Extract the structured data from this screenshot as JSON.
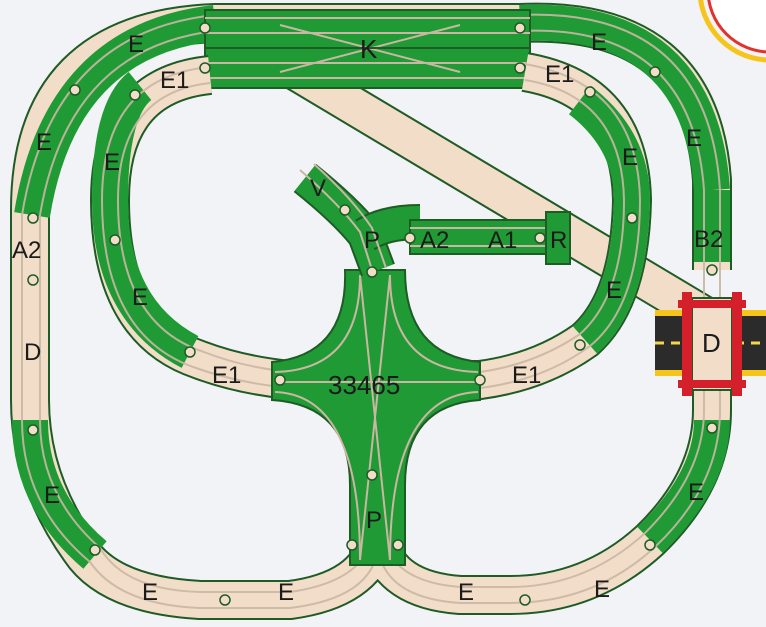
{
  "colors": {
    "background": "#f1f3f6",
    "track_green": "#1f9a34",
    "track_wood": "#f2ddc9",
    "track_outline": "#1e5b25",
    "groove": "#c9b7a4",
    "bridge_red": "#d4202b",
    "road_dark": "#2b2b2b",
    "road_line": "#f3d64a",
    "corner_yellow": "#f6c51d",
    "corner_red": "#e1322c"
  },
  "pieces": {
    "k": "K",
    "e1_top_left": "E1",
    "e1_top_right": "E1",
    "a2_left": "A2",
    "d_left": "D",
    "v": "V",
    "p_top": "P",
    "a2_spur": "A2",
    "a1_spur": "A1",
    "r_spur": "R",
    "e1_mid_left": "E1",
    "e1_mid_right": "E1",
    "cross_center": "33465",
    "p_bottom": "P",
    "b2_right": "B2",
    "d_bridge": "D",
    "e_outer_tl": "E",
    "e_outer_left_1": "E",
    "e_inner_left_1": "E",
    "e_inner_left_2": "E",
    "e_outer_left_2": "E",
    "e_bottom_1": "E",
    "e_bottom_2": "E",
    "e_bottom_3": "E",
    "e_bottom_4": "E",
    "e_right_outer_1": "E",
    "e_right_outer_2": "E",
    "e_right_outer_3": "E",
    "e_right_inner_1": "E",
    "e_right_inner_2": "E"
  }
}
